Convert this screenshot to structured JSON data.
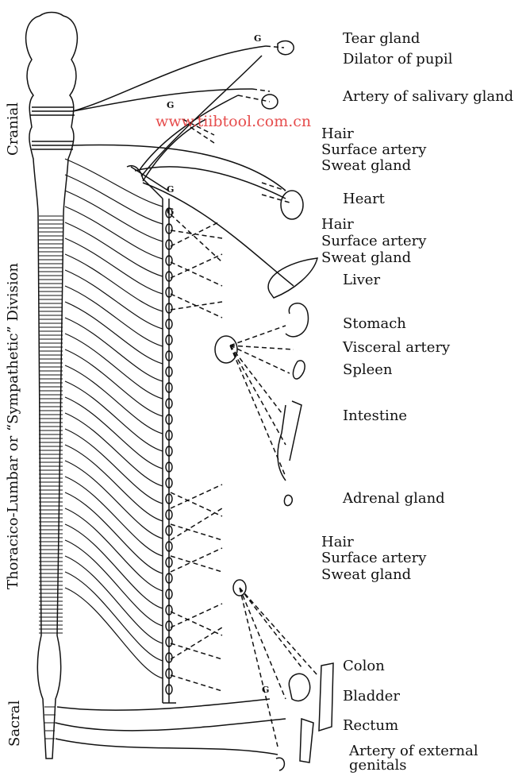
{
  "division_labels": {
    "cranial": "Cranial",
    "thoracolumbar": "Thoracico-Lumbar or “Sympathetic” Division",
    "sacral": "Sacral"
  },
  "organ_labels": {
    "tear_gland": "Tear gland",
    "dilator_of_pupil": "Dilator of pupil",
    "artery_salivary": "Artery of salivary gland",
    "hair_1": "Hair",
    "surface_artery_1": "Surface artery",
    "sweat_gland_1": "Sweat gland",
    "heart": "Heart",
    "hair_2": "Hair",
    "surface_artery_2": "Surface artery",
    "sweat_gland_2": "Sweat gland",
    "liver": "Liver",
    "stomach": "Stomach",
    "visceral_artery": "Visceral artery",
    "spleen": "Spleen",
    "intestine": "Intestine",
    "adrenal_gland": "Adrenal gland",
    "hair_3": "Hair",
    "surface_artery_3": "Surface artery",
    "sweat_gland_3": "Sweat gland",
    "colon": "Colon",
    "bladder": "Bladder",
    "rectum": "Rectum",
    "artery_external_genitals_1": "Artery of external",
    "artery_external_genitals_2": "genitals"
  },
  "ganglion_marker": "G",
  "watermark": "www.tiibtool.com.cn"
}
